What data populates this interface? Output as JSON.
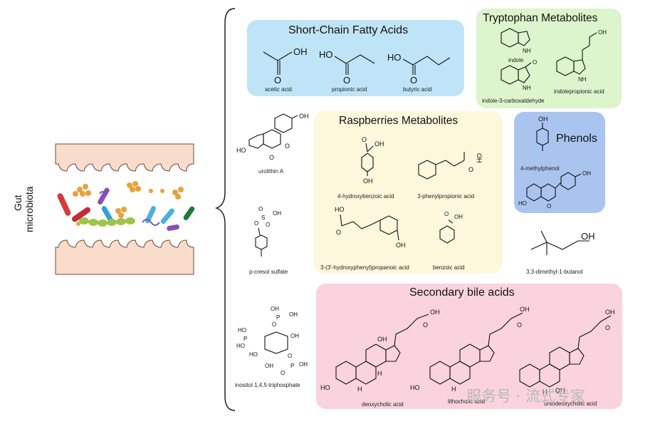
{
  "gut": {
    "label_line1": "Gut",
    "label_line2": "microbiota"
  },
  "groups": {
    "scfa": {
      "title": "Short-Chain Fatty Acids",
      "color": "#bfe4f7",
      "compounds": [
        "acetic acid",
        "propionic acid",
        "butyric acid"
      ]
    },
    "tryptophan": {
      "title": "Tryptophan Metabolites",
      "color": "#dcf5cc",
      "compounds": [
        "indole",
        "indole-3-carboxaldehyde",
        "indolepropionic acid"
      ]
    },
    "raspberries": {
      "title": "Raspberries Metabolites",
      "color": "#fdf7dc",
      "compounds": [
        "4-hydroxybenzoic acid",
        "3-phenylpropionic acid",
        "3-(3'-hydroxyphenyl)propanoic acid",
        "benzoic acid"
      ]
    },
    "phenols": {
      "title": "Phenols",
      "color": "#a9c4ef",
      "compounds": [
        "4-methylphenol"
      ]
    },
    "bile": {
      "title": "Secondary bile acids",
      "color": "#fad3de",
      "compounds": [
        "deoxycholic acid",
        "lithocholic acid",
        "ursodeoxycholic acid"
      ]
    }
  },
  "standalone": [
    "urolithin A",
    "p-cresol sulfate",
    "inositol 1,4,5-triphosphate",
    "3,3-dimethyl-1-butanol"
  ],
  "atoms": {
    "oh": "OH",
    "o": "O",
    "ho": "HO",
    "nh": "NH",
    "h": "H",
    "s": "S",
    "p": "P"
  },
  "watermark": "服务号 · 流式专家"
}
